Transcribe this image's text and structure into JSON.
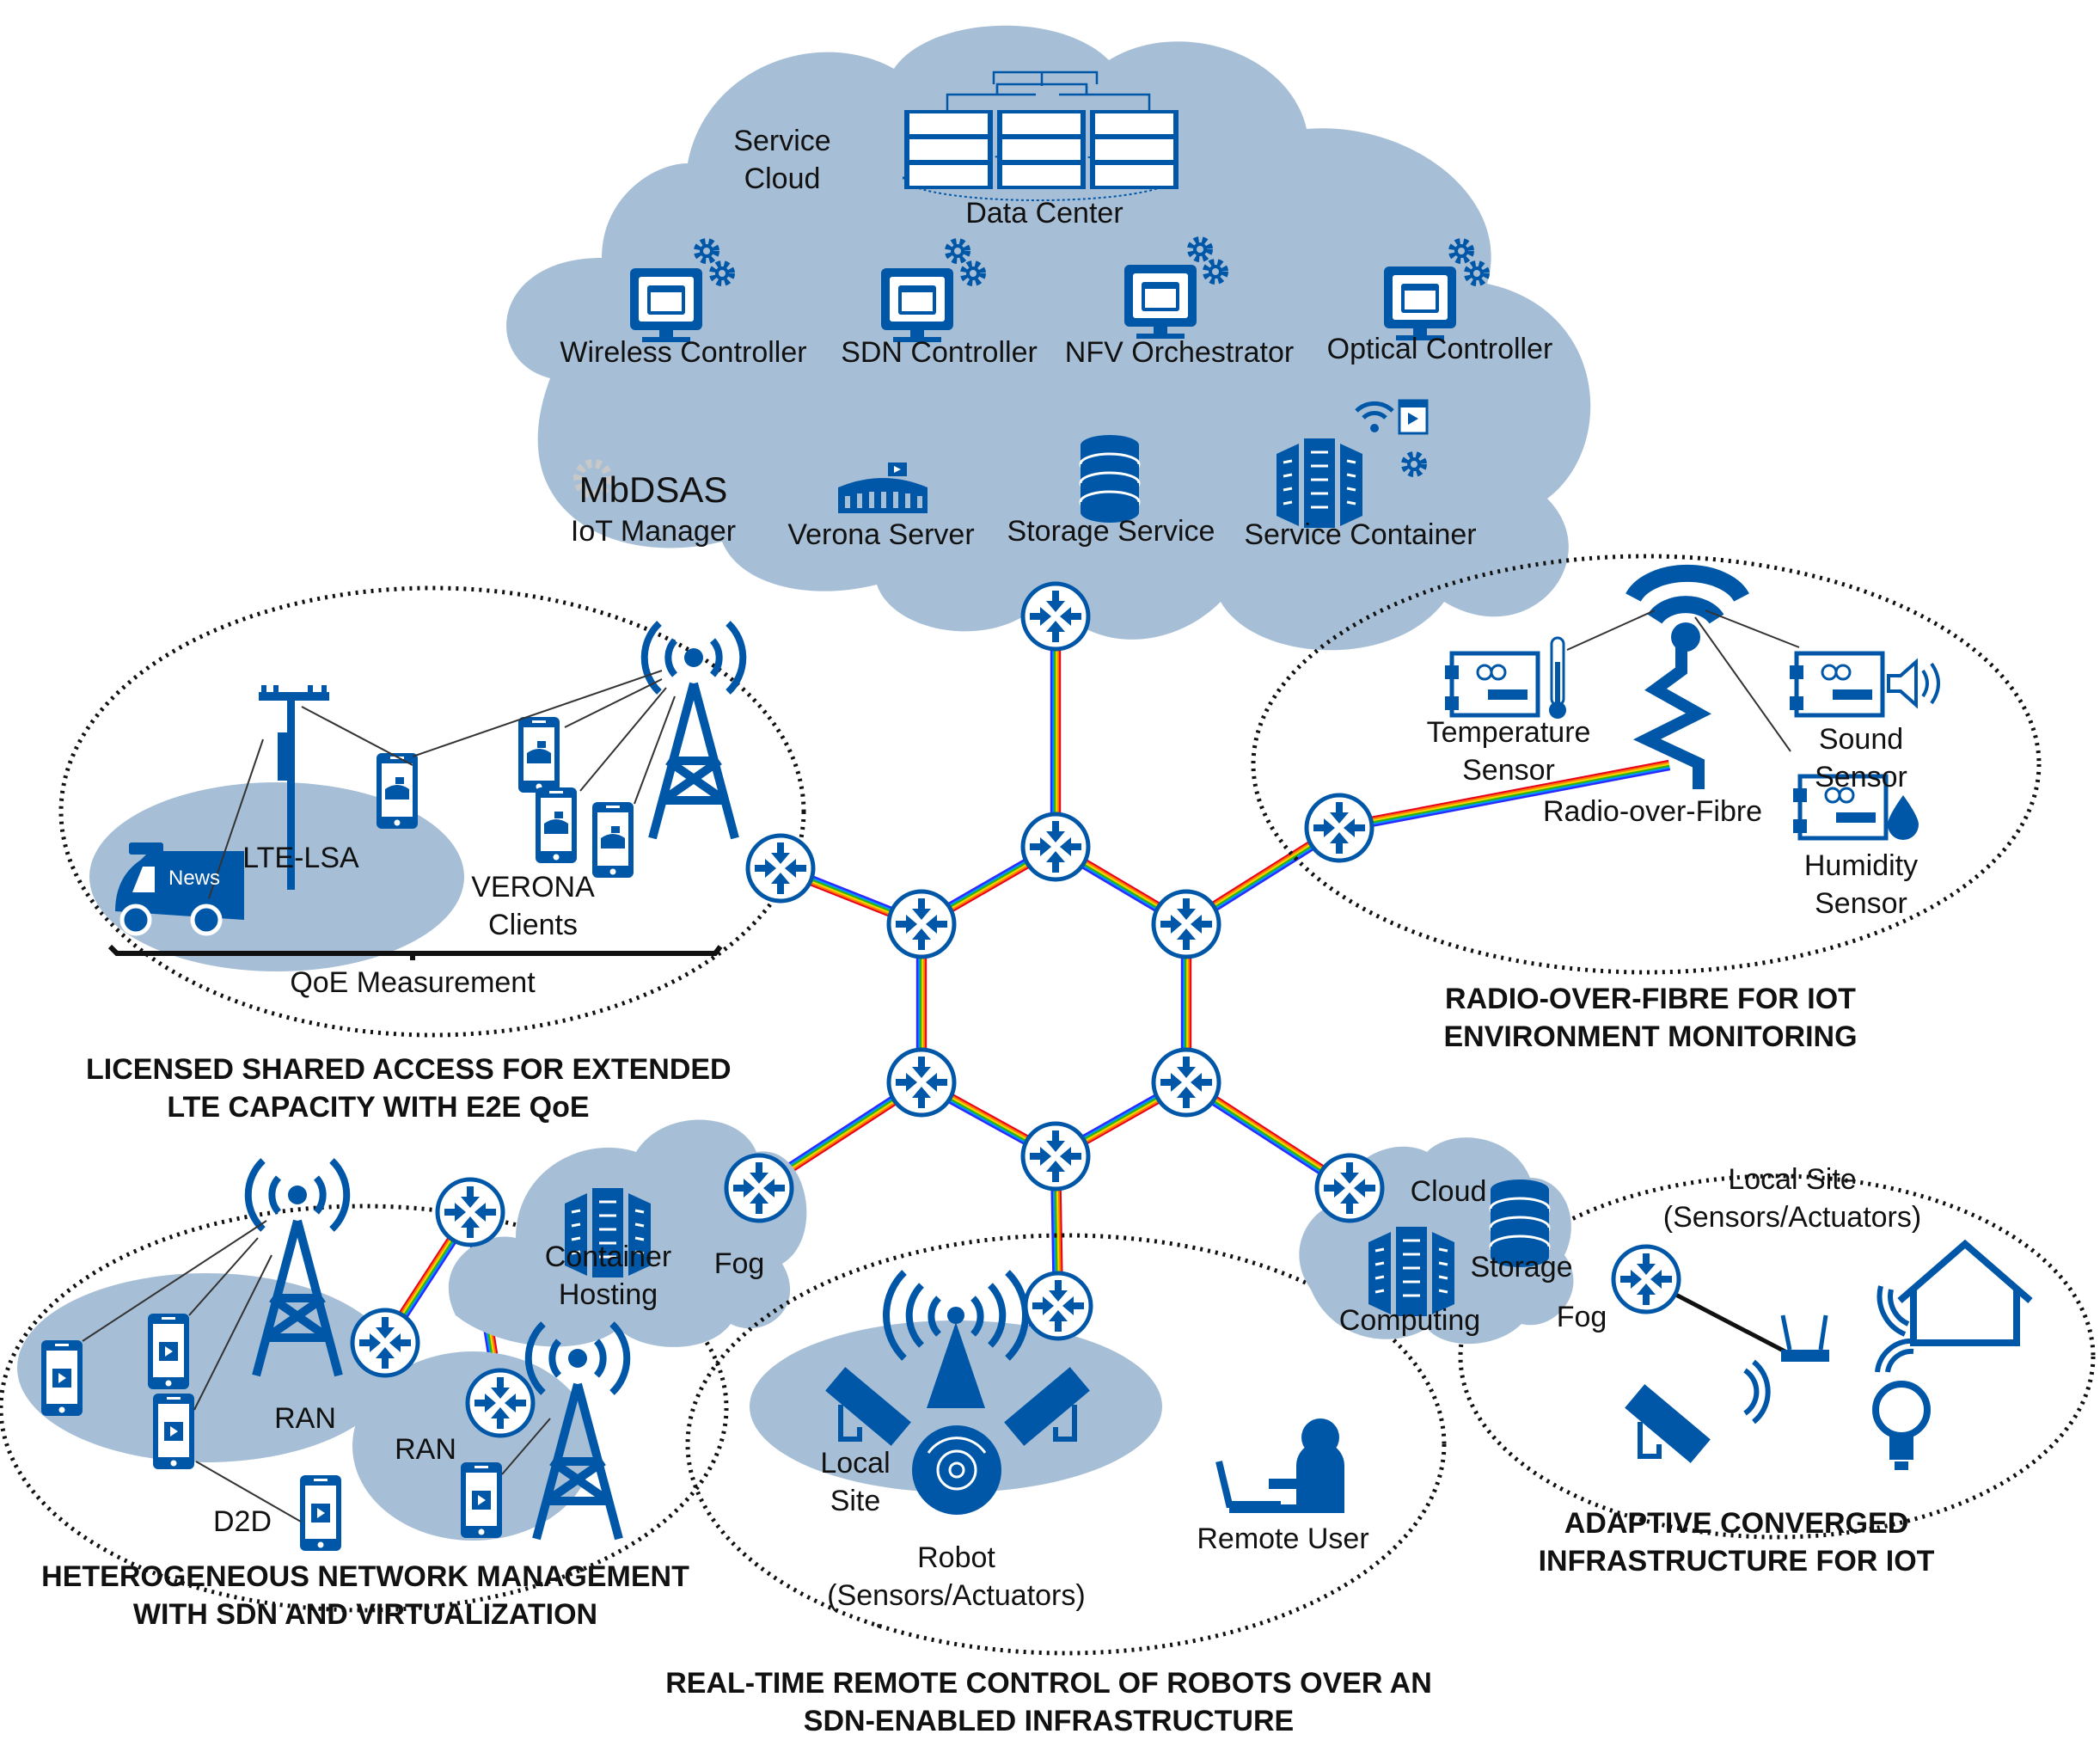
{
  "colors": {
    "icon_blue": "#0057a8",
    "cloud_fill": "#a7bfd6",
    "ellipse_dash": "#111111",
    "background": "#ffffff",
    "fiber": [
      "#e8001c",
      "#ff7a00",
      "#f2d600",
      "#32b400",
      "#0096ff",
      "#2a2aff"
    ]
  },
  "service_cloud": {
    "label_line1": "Service",
    "label_line2": "Cloud",
    "data_center": "Data Center",
    "controllers": [
      {
        "label": "Wireless Controller",
        "icon": "monitor-gear-icon"
      },
      {
        "label": "SDN Controller",
        "icon": "monitor-gear-icon"
      },
      {
        "label": "NFV Orchestrator",
        "icon": "monitor-gear-icon"
      },
      {
        "label": "Optical Controller",
        "icon": "monitor-gear-icon"
      }
    ],
    "services": [
      {
        "logo": "MbDSAS",
        "label": "IoT Manager",
        "icon": "mbdsas-logo"
      },
      {
        "label": "Verona Server",
        "icon": "arena-icon"
      },
      {
        "label": "Storage Service",
        "icon": "database-icon"
      },
      {
        "label": "Service Container",
        "icon": "server-rack-icon"
      }
    ]
  },
  "lte_section": {
    "van_label": "News",
    "lte_label": "LTE-LSA",
    "clients_line1": "VERONA",
    "clients_line2": "Clients",
    "qoe_label": "QoE Measurement",
    "title_line1": "LICENSED SHARED ACCESS FOR EXTENDED",
    "title_line2": "LTE CAPACITY WITH E2E QoE"
  },
  "rof_section": {
    "temp_line1": "Temperature",
    "temp_line2": "Sensor",
    "sound_line1": "Sound",
    "sound_line2": "Sensor",
    "humidity_line1": "Humidity",
    "humidity_line2": "Sensor",
    "rof_label": "Radio-over-Fibre",
    "title_line1": "RADIO-OVER-FIBRE FOR IOT",
    "title_line2": "ENVIRONMENT MONITORING"
  },
  "het_section": {
    "container_line1": "Container",
    "container_line2": "Hosting",
    "fog_label": "Fog",
    "ran1_label": "RAN",
    "ran2_label": "RAN",
    "d2d_label": "D2D",
    "title_line1": "HETEROGENEOUS NETWORK MANAGEMENT",
    "title_line2": "WITH SDN AND VIRTUALIZATION"
  },
  "robot_section": {
    "local_line1": "Local",
    "local_line2": "Site",
    "robot_line1": "Robot",
    "robot_line2": "(Sensors/Actuators)",
    "remote_user": "Remote User",
    "title_line1": "REAL-TIME REMOTE CONTROL OF ROBOTS OVER AN",
    "title_line2": "SDN-ENABLED INFRASTRUCTURE"
  },
  "aci_section": {
    "cloud_label": "Cloud",
    "storage_label": "Storage",
    "computing_label": "Computing",
    "fog_label": "Fog",
    "local_line1": "Local Site",
    "local_line2": "(Sensors/Actuators)",
    "title_line1": "ADAPTIVE CONVERGED",
    "title_line2": "INFRASTRUCTURE FOR IOT"
  }
}
